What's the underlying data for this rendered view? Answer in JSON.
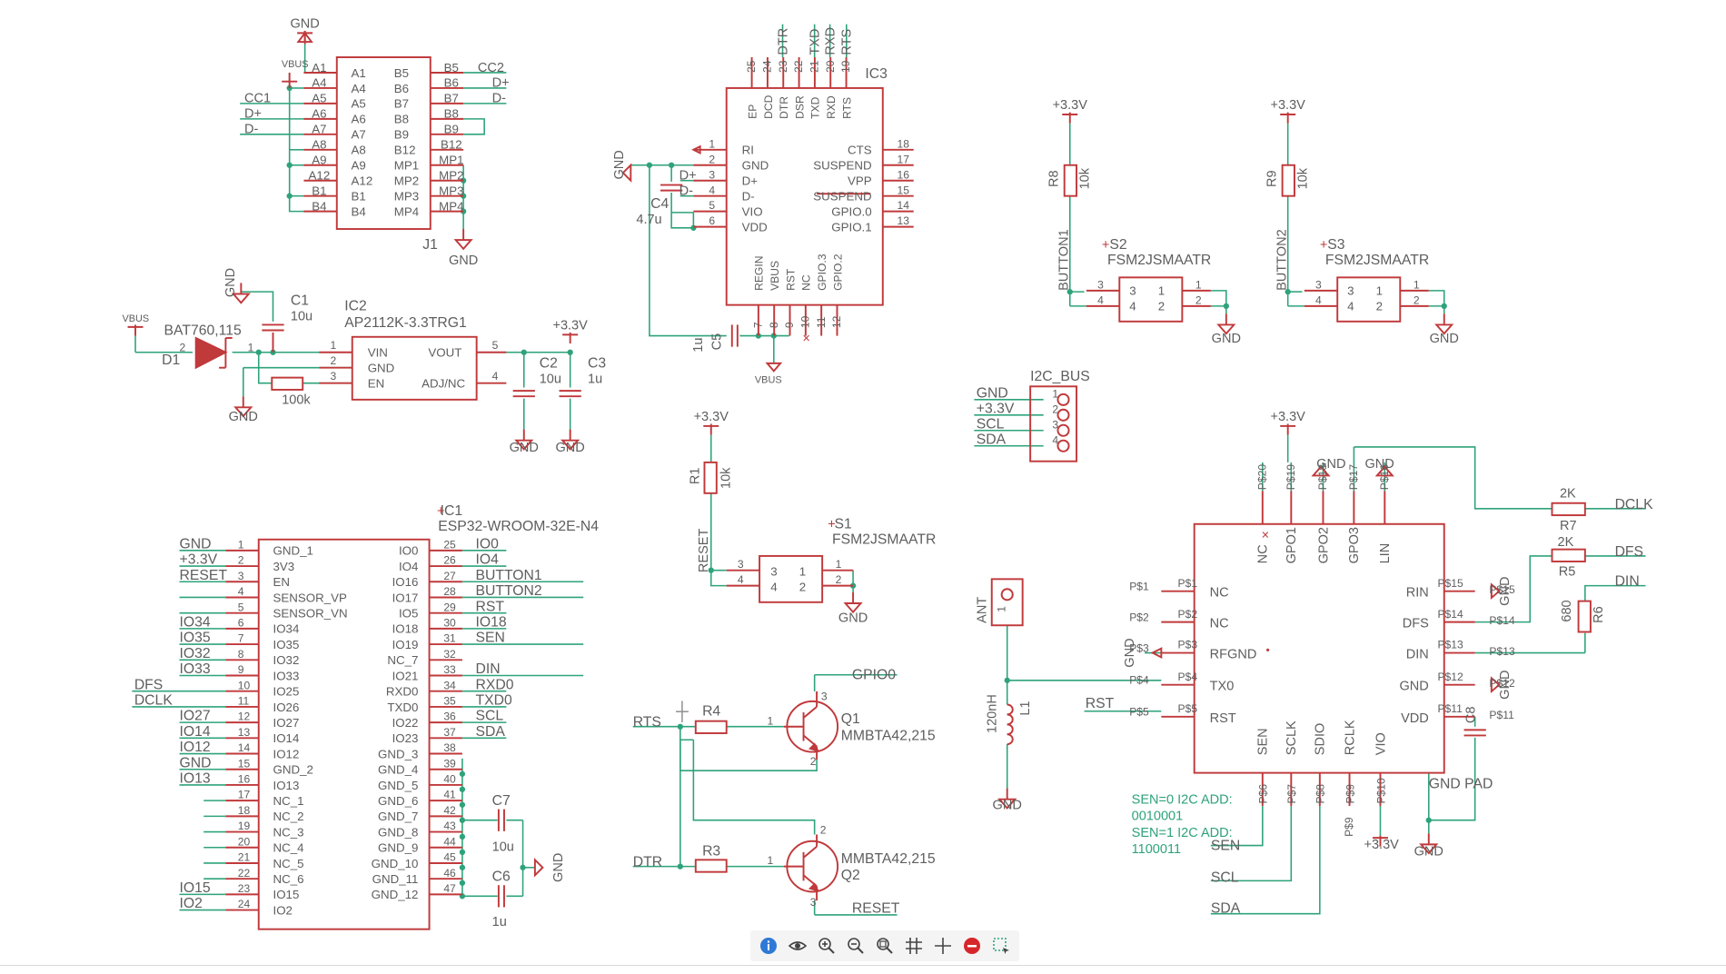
{
  "title": "",
  "colors": {
    "part": "#c0393b",
    "wire": "#2ea37a",
    "text": "#5e5e5e",
    "note": "#2ea37a",
    "background": "#ffffff"
  },
  "labels": {
    "usb": {
      "gnd_top": "GND",
      "vbus": "VBUS",
      "cc1": "CC1",
      "dp": "D+",
      "dm": "D-",
      "cc2": "CC2",
      "dp2": "D+",
      "dm2": "D-",
      "gnd_bot": "GND",
      "ref": "J1",
      "left_pins": [
        "A1",
        "A4",
        "A5",
        "A6",
        "A7",
        "A8",
        "A9",
        "A12",
        "B1",
        "B4"
      ],
      "left_names": [
        "A1",
        "A4",
        "A5",
        "A6",
        "A7",
        "A8",
        "A9",
        "A12",
        "B1",
        "B4"
      ],
      "right_names": [
        "B5",
        "B6",
        "B7",
        "B8",
        "B9",
        "B12",
        "MP1",
        "MP2",
        "MP3",
        "MP4"
      ],
      "right_pins": [
        "B5",
        "B6",
        "B7",
        "B8",
        "B9",
        "B12",
        "MP1",
        "MP2",
        "MP3",
        "MP4"
      ]
    },
    "reg": {
      "vbus": "VBUS",
      "diode": "BAT760,115",
      "d1": "D1",
      "gnd1": "GND",
      "gnd2": "GND",
      "c1": "C1",
      "c1v": "10u",
      "ic2": "IC2",
      "ic2part": "AP2112K-3.3TRG1",
      "r100k": "100k",
      "pins_l": [
        "VIN",
        "GND",
        "EN"
      ],
      "pins_r": [
        "VOUT",
        "ADJ/NC"
      ],
      "pn_l": [
        "1",
        "2",
        "3"
      ],
      "pn_r": [
        "5",
        "4"
      ],
      "p33": "+3.3V",
      "c2": "C2",
      "c2v": "10u",
      "c3": "C3",
      "c3v": "1u",
      "gnd3": "GND",
      "gnd4": "GND",
      "one": "1",
      "two": "2"
    },
    "ic3": {
      "ref": "IC3",
      "top_nums": [
        "25",
        "24",
        "23",
        "22",
        "21",
        "20",
        "19"
      ],
      "top_names": [
        "EP",
        "DCD",
        "DTR",
        "DSR",
        "TXD",
        "RXD",
        "RTS"
      ],
      "top_net": [
        "DTR",
        "TXD",
        "RXD",
        "RTS"
      ],
      "left_nums": [
        "1",
        "2",
        "3",
        "4",
        "5",
        "6"
      ],
      "left_names": [
        "RI",
        "GND",
        "D+",
        "D-",
        "VIO",
        "VDD"
      ],
      "right_nums": [
        "18",
        "17",
        "16",
        "15",
        "14",
        "13"
      ],
      "right_names": [
        "CTS",
        "SUSPEND",
        "VPP",
        "SUSPEND",
        "GPIO.0",
        "GPIO.1"
      ],
      "bot_names": [
        "REGIN",
        "VBUS",
        "RST",
        "NC",
        "GPIO.3",
        "GPIO.2"
      ],
      "bot_nums": [
        "7",
        "8",
        "9",
        "10",
        "11",
        "12"
      ],
      "gnd": "GND",
      "c4": "C4",
      "c4v": "4.7u",
      "c5": "C5",
      "c5v": "1u",
      "vbus": "VBUS",
      "dp": "D+",
      "dm": "D-"
    },
    "btn1": {
      "p33": "+3.3V",
      "r": "R8",
      "rv": "10k",
      "net": "BUTTON1",
      "s": "S2",
      "part": "FSM2JSMAATR",
      "gnd": "GND",
      "nums": [
        "3",
        "4",
        "1",
        "2",
        "3",
        "4",
        "1",
        "2"
      ]
    },
    "btn2": {
      "p33": "+3.3V",
      "r": "R9",
      "rv": "10k",
      "net": "BUTTON2",
      "s": "S3",
      "part": "FSM2JSMAATR",
      "gnd": "GND",
      "nums": [
        "3",
        "4",
        "1",
        "2",
        "3",
        "4",
        "1",
        "2"
      ]
    },
    "i2c": {
      "title": "I2C_BUS",
      "nets": [
        "GND",
        "+3.3V",
        "SCL",
        "SDA"
      ],
      "nums": [
        "1",
        "2",
        "3",
        "4"
      ]
    },
    "esp": {
      "ref": "IC1",
      "part": "ESP32-WROOM-32E-N4",
      "left_net": [
        "GND",
        "+3.3V",
        "RESET",
        "",
        "",
        "IO34",
        "IO35",
        "IO32",
        "IO33",
        "DFS",
        "DCLK",
        "IO27",
        "IO14",
        "IO12",
        "GND",
        "IO13",
        "",
        "",
        "",
        "",
        "",
        "",
        "IO15",
        "IO2"
      ],
      "left_nums": [
        "1",
        "2",
        "3",
        "4",
        "5",
        "6",
        "7",
        "8",
        "9",
        "10",
        "11",
        "12",
        "13",
        "14",
        "15",
        "16",
        "17",
        "18",
        "19",
        "20",
        "21",
        "22",
        "23",
        "24"
      ],
      "left_names": [
        "GND_1",
        "3V3",
        "EN",
        "SENSOR_VP",
        "SENSOR_VN",
        "IO34",
        "IO35",
        "IO32",
        "IO33",
        "IO25",
        "IO26",
        "IO27",
        "IO14",
        "IO12",
        "GND_2",
        "IO13",
        "NC_1",
        "NC_2",
        "NC_3",
        "NC_4",
        "NC_5",
        "NC_6",
        "IO15",
        "IO2"
      ],
      "right_names": [
        "IO0",
        "IO4",
        "IO16",
        "IO17",
        "IO5",
        "IO18",
        "IO19",
        "NC_7",
        "IO21",
        "RXD0",
        "TXD0",
        "IO22",
        "IO23",
        "GND_3",
        "GND_4",
        "GND_5",
        "GND_6",
        "GND_7",
        "GND_8",
        "GND_9",
        "GND_10",
        "GND_11",
        "GND_12"
      ],
      "right_nums": [
        "25",
        "26",
        "27",
        "28",
        "29",
        "30",
        "31",
        "32",
        "33",
        "34",
        "35",
        "36",
        "37",
        "38",
        "39",
        "40",
        "41",
        "42",
        "43",
        "44",
        "45",
        "46",
        "47"
      ],
      "right_net": [
        "IO0",
        "IO4",
        "BUTTON1",
        "BUTTON2",
        "RST",
        "IO18",
        "SEN",
        "",
        "DIN",
        "RXD0",
        "TXD0",
        "SCL",
        "SDA"
      ],
      "c7": "C7",
      "c7v": "10u",
      "c6": "C6",
      "c6v": "1u",
      "gnd": "GND"
    },
    "reset": {
      "p33": "+3.3V",
      "r": "R1",
      "rv": "10k",
      "net": "RESET",
      "s": "S1",
      "part": "FSM2JSMAATR",
      "gnd": "GND",
      "nums": [
        "3",
        "4",
        "1",
        "2",
        "3",
        "4",
        "1",
        "2"
      ]
    },
    "autoprog": {
      "gpio0": "GPIO0",
      "rts": "RTS",
      "r4": "R4",
      "q1": "Q1",
      "qpart": "MMBTA42,215",
      "dtr": "DTR",
      "r3": "R3",
      "q2": "Q2",
      "reset": "RESET",
      "n1": "1",
      "n2": "2",
      "n3": "3"
    },
    "ant": {
      "ant": "ANT",
      "one": "1",
      "l": "L1",
      "lv": "120nH",
      "gnd": "GND",
      "rst": "RST"
    },
    "sensor": {
      "p33": "+3.3V",
      "gnd1": "GND",
      "gnd2": "GND",
      "top_p": [
        "P$20",
        "P$19",
        "P$18",
        "P$17",
        "P$16"
      ],
      "top_n": [
        "NC",
        "GPO1",
        "GPO2",
        "GPO3",
        "LIN"
      ],
      "left_p": [
        "P$1",
        "P$2",
        "P$3",
        "P$4",
        "P$5"
      ],
      "left_n": [
        "NC",
        "NC",
        "RFGND",
        "TX0",
        "RST"
      ],
      "right_p": [
        "P$15",
        "P$14",
        "P$13",
        "P$12",
        "P$11"
      ],
      "right_n": [
        "RIN",
        "DFS",
        "DIN",
        "GND",
        "VDD"
      ],
      "bot_p": [
        "P$6",
        "P$7",
        "P$8",
        "P$9",
        "P$10"
      ],
      "bot_n": [
        "SEN",
        "SCLK",
        "SDIO",
        "RCLK",
        "VIO"
      ],
      "gndpad": "GND PAD",
      "gnd3": "GND",
      "gnd4": "GND",
      "gnd5": "GND",
      "r7": "R7",
      "r7v": "2K",
      "r5": "R5",
      "r5v": "2K",
      "r6": "R6",
      "r6v": "680",
      "dclk": "DCLK",
      "dfs": "DFS",
      "din": "DIN",
      "c8": "C8",
      "p33b": "+3.3V",
      "sen": "SEN",
      "scl": "SCL",
      "sda": "SDA",
      "gnd6": "GND",
      "pss": [
        "P$15",
        "P$14",
        "P$13",
        "P$12",
        "P$11"
      ]
    },
    "note": [
      "SEN=0 I2C ADD:",
      "0010001",
      "SEN=1 I2C ADD:",
      "1100011"
    ]
  },
  "toolbar": [
    "info-icon",
    "eye-icon",
    "zoom-in-icon",
    "zoom-out-icon",
    "zoom-fit-icon",
    "grid-icon",
    "crosshair-icon",
    "stop-icon",
    "select-icon"
  ]
}
